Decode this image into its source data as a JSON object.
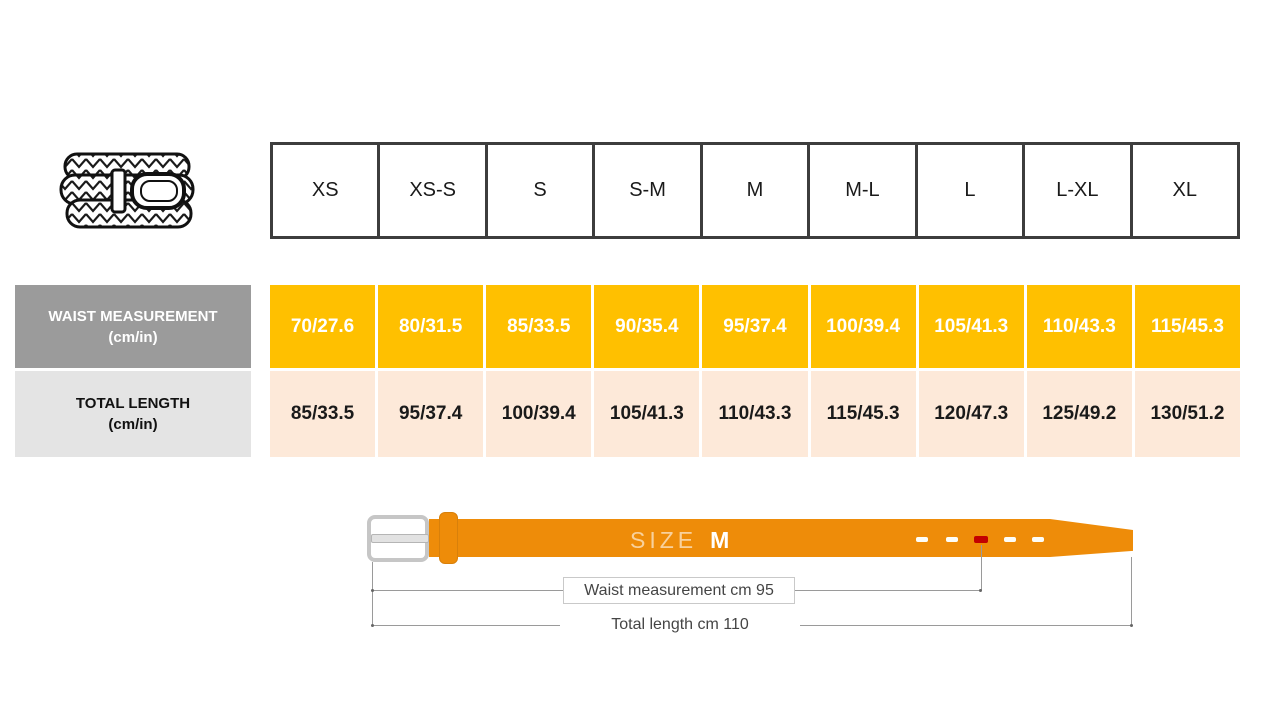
{
  "size_chart": {
    "sizes": [
      "XS",
      "XS-S",
      "S",
      "S-M",
      "M",
      "M-L",
      "L",
      "L-XL",
      "XL"
    ],
    "waist_row": {
      "label": "WAIST MEASUREMENT",
      "unit": "(cm/in)",
      "values": [
        "70/27.6",
        "80/31.5",
        "85/33.5",
        "90/35.4",
        "95/37.4",
        "100/39.4",
        "105/41.3",
        "110/43.3",
        "115/45.3"
      ],
      "cell_color": "#FFC000",
      "label_bg": "#9B9B9B"
    },
    "length_row": {
      "label": "TOTAL LENGTH",
      "unit": "(cm/in)",
      "values": [
        "85/33.5",
        "95/37.4",
        "100/39.4",
        "105/41.3",
        "110/43.3",
        "115/45.3",
        "120/47.3",
        "125/49.2",
        "130/51.2"
      ],
      "cell_color": "#FDE9D9",
      "label_bg": "#E4E4E4"
    }
  },
  "belt_diagram": {
    "size_label": "SIZE",
    "size_value": "M",
    "waist_annotation": "Waist measurement cm 95",
    "length_annotation": "Total length cm 110",
    "belt_color": "#EE8C09",
    "marked_hole_color": "#C30000",
    "hole_count": "5"
  },
  "icons": {
    "belt_icon": "braided-belt-icon"
  }
}
